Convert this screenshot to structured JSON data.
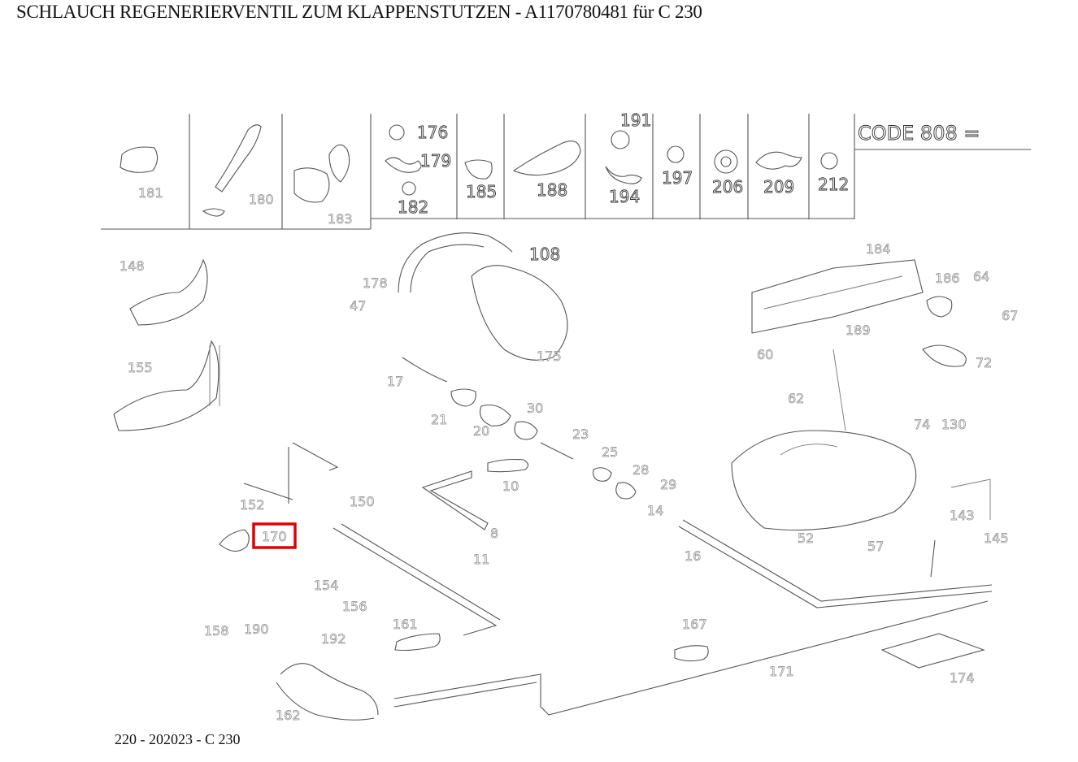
{
  "header": {
    "title": "SCHLAUCH REGENERIERVENTIL ZUM KLAPPENSTUTZEN - A1170780481 für C 230"
  },
  "footer": {
    "text": "220 - 202023 - C 230"
  },
  "diagram": {
    "header_code": "CODE 808 =",
    "callouts": [
      "176",
      "179",
      "182",
      "185",
      "188",
      "191",
      "194",
      "197",
      "206",
      "209",
      "212",
      "108",
      "183",
      "148",
      "155",
      "47",
      "17",
      "20",
      "30",
      "21",
      "23",
      "25",
      "28",
      "29",
      "8",
      "10",
      "11",
      "14",
      "16",
      "52",
      "57",
      "60",
      "62",
      "64",
      "67",
      "72",
      "74",
      "130",
      "143",
      "145",
      "150",
      "152",
      "154",
      "156",
      "158",
      "161",
      "162",
      "167",
      "170",
      "171",
      "174",
      "175",
      "178",
      "180",
      "181",
      "184",
      "186",
      "189",
      "190",
      "192"
    ],
    "highlighted_callout": "170",
    "highlight_color": "#e00000"
  }
}
